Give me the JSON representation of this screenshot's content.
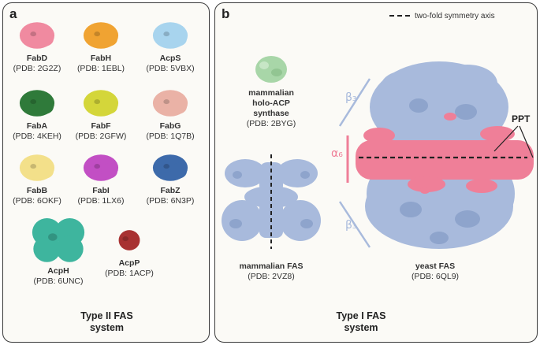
{
  "panel_a": {
    "letter": "a",
    "title_line1": "Type II FAS",
    "title_line2": "system",
    "proteins": [
      {
        "name": "FabD",
        "pdb": "(PDB: 2G2Z)",
        "color": "#f08aa0"
      },
      {
        "name": "FabH",
        "pdb": "(PDB: 1EBL)",
        "color": "#f0a332"
      },
      {
        "name": "AcpS",
        "pdb": "(PDB: 5VBX)",
        "color": "#a8d4ee"
      },
      {
        "name": "FabA",
        "pdb": "(PDB: 4KEH)",
        "color": "#2f7a3a"
      },
      {
        "name": "FabF",
        "pdb": "(PDB: 2GFW)",
        "color": "#d4d63a"
      },
      {
        "name": "FabG",
        "pdb": "(PDB: 1Q7B)",
        "color": "#eab2a6"
      },
      {
        "name": "FabB",
        "pdb": "(PDB: 6OKF)",
        "color": "#f3e08a"
      },
      {
        "name": "FabI",
        "pdb": "(PDB: 1LX6)",
        "color": "#c24fc4"
      },
      {
        "name": "FabZ",
        "pdb": "(PDB: 6N3P)",
        "color": "#3d6aaa"
      },
      {
        "name": "AcpH",
        "pdb": "(PDB: 6UNC)",
        "color": "#3eb59e"
      },
      {
        "name": "AcpP",
        "pdb": "(PDB: 1ACP)",
        "color": "#a83232"
      }
    ]
  },
  "panel_b": {
    "letter": "b",
    "legend": "two-fold symmetry axis",
    "title_line1": "Type I FAS",
    "title_line2": "system",
    "acp_synthase": {
      "line1": "mammalian",
      "line2": "holo-ACP",
      "line3": "synthase",
      "pdb": "(PDB: 2BYG)",
      "color": "#a8d6a8"
    },
    "mammalian_fas": {
      "name": "mammalian FAS",
      "pdb": "(PDB: 2VZ8)",
      "color": "#a8badc"
    },
    "yeast_fas": {
      "name": "yeast FAS",
      "pdb": "(PDB: 6QL9)",
      "color": "#a8badc",
      "alpha_color": "#ef7f98"
    },
    "labels": {
      "beta_top": "β₃",
      "alpha": "α₆",
      "beta_bottom": "β₃",
      "ppt": "PPT"
    }
  }
}
